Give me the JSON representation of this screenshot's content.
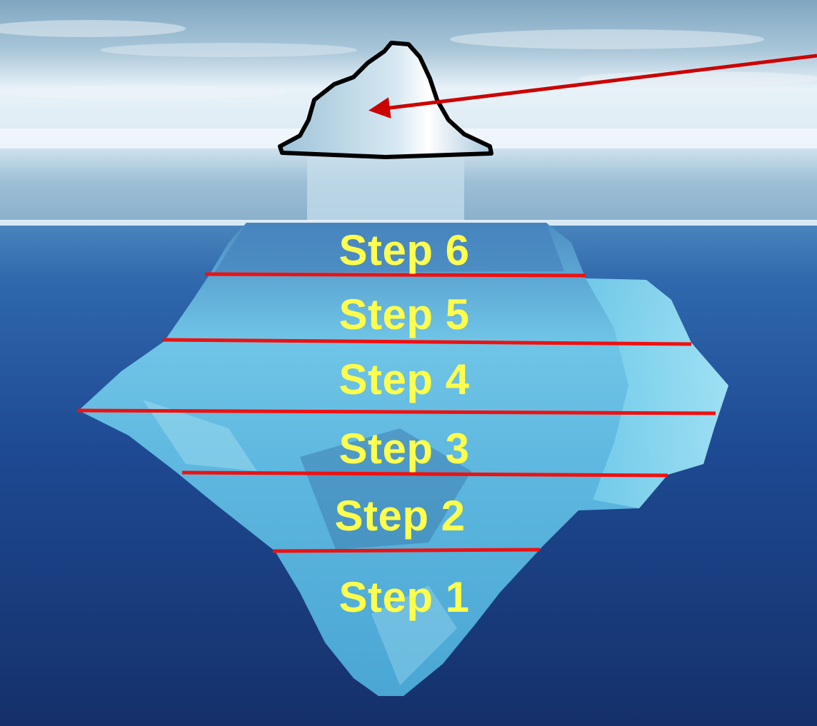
{
  "colors": {
    "label": "#ffff4d",
    "divider": "#ee1111",
    "arrow": "#cc0000",
    "outline": "#000000",
    "sky_top": "#8fb2c8",
    "sea_deep": "#142a6e",
    "ice": "#7fd6ee"
  },
  "icons": {
    "arrow": "arrow-icon"
  },
  "steps": [
    {
      "label": "Step 6"
    },
    {
      "label": "Step 5"
    },
    {
      "label": "Step 4"
    },
    {
      "label": "Step 3"
    },
    {
      "label": "Step 2"
    },
    {
      "label": "Step 1"
    }
  ]
}
